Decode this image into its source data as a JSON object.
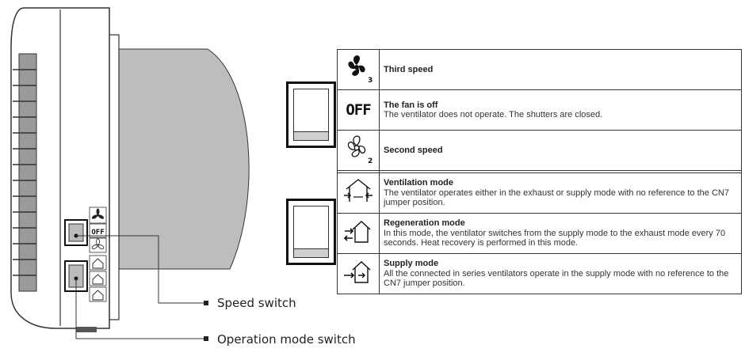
{
  "unit_panel": {
    "off_label": "OFF"
  },
  "callouts": {
    "speed_switch": "Speed switch",
    "operation_mode_switch": "Operation mode switch"
  },
  "speed_table": [
    {
      "icon": "fan-speed-3-icon",
      "subscript": "3",
      "title": "Third speed",
      "text": ""
    },
    {
      "icon": "off-icon",
      "icon_text": "OFF",
      "title": "The fan is off",
      "text": "The ventilator does not operate. The shutters are closed."
    },
    {
      "icon": "fan-speed-2-icon",
      "subscript": "2",
      "title": "Second speed",
      "text": ""
    }
  ],
  "mode_table": [
    {
      "icon": "ventilation-mode-icon",
      "title": "Ventilation mode",
      "text": "The ventilator operates either in the exhaust or supply mode with no reference to the CN7 jumper position."
    },
    {
      "icon": "regeneration-mode-icon",
      "title": "Regeneration mode",
      "text": "In this mode, the ventilator switches from the supply mode to the exhaust mode every 70 seconds. Heat recovery is performed in this mode."
    },
    {
      "icon": "supply-mode-icon",
      "title": "Supply mode",
      "text": "All the connected in series ventilators operate in the supply mode with no reference to the CN7 jumper position."
    }
  ]
}
